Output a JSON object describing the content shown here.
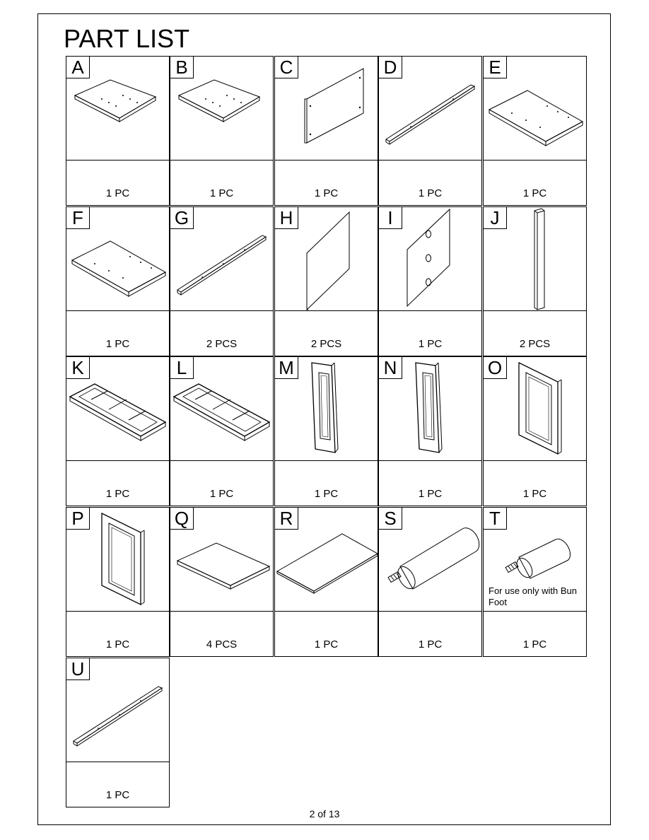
{
  "title": "PART LIST",
  "parts": [
    {
      "letter": "A",
      "qty": "1 PC",
      "icon": "panel-flat-icon"
    },
    {
      "letter": "B",
      "qty": "1 PC",
      "icon": "panel-flat-icon"
    },
    {
      "letter": "C",
      "qty": "1 PC",
      "icon": "side-panel-icon"
    },
    {
      "letter": "D",
      "qty": "1 PC",
      "icon": "rail-icon"
    },
    {
      "letter": "E",
      "qty": "1 PC",
      "icon": "shelf-lip-icon"
    },
    {
      "letter": "F",
      "qty": "1 PC",
      "icon": "shelf-lip-icon"
    },
    {
      "letter": "G",
      "qty": "2 PCS",
      "icon": "rail-icon"
    },
    {
      "letter": "H",
      "qty": "2 PCS",
      "icon": "back-panel-icon"
    },
    {
      "letter": "I",
      "qty": "1 PC",
      "icon": "back-panel-holes-icon"
    },
    {
      "letter": "J",
      "qty": "2 PCS",
      "icon": "post-icon"
    },
    {
      "letter": "K",
      "qty": "1 PC",
      "icon": "base-frame-icon"
    },
    {
      "letter": "L",
      "qty": "1 PC",
      "icon": "base-frame-icon"
    },
    {
      "letter": "M",
      "qty": "1 PC",
      "icon": "door-narrow-icon"
    },
    {
      "letter": "N",
      "qty": "1 PC",
      "icon": "door-narrow-icon"
    },
    {
      "letter": "O",
      "qty": "1 PC",
      "icon": "door-wide-icon"
    },
    {
      "letter": "P",
      "qty": "1 PC",
      "icon": "door-wide-icon"
    },
    {
      "letter": "Q",
      "qty": "4 PCS",
      "icon": "shelf-board-icon"
    },
    {
      "letter": "R",
      "qty": "1 PC",
      "icon": "thin-board-icon"
    },
    {
      "letter": "S",
      "qty": "1 PC",
      "icon": "bun-foot-icon"
    },
    {
      "letter": "T",
      "qty": "1 PC",
      "icon": "short-foot-icon",
      "note": "For use only with Bun Foot"
    },
    {
      "letter": "U",
      "qty": "1 PC",
      "icon": "rail-icon"
    }
  ],
  "page_number": "2 of 13"
}
